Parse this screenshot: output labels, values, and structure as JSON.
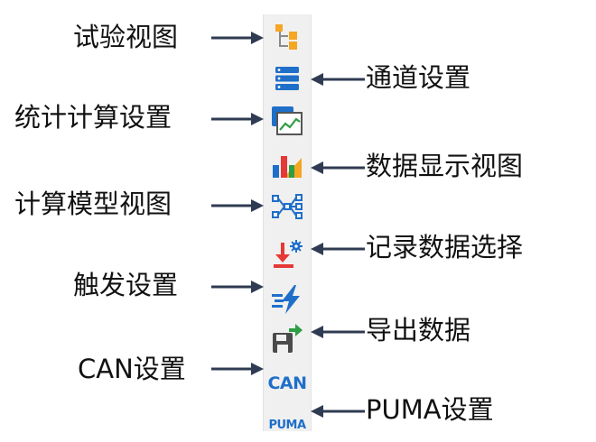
{
  "toolbar": {
    "buttons": [
      {
        "id": "test-view",
        "label": "试验视图",
        "icon": "tree-view-icon"
      },
      {
        "id": "channel-settings",
        "label": "通道设置",
        "icon": "list-stack-icon"
      },
      {
        "id": "statistics-settings",
        "label": "统计计算设置",
        "icon": "chart-window-icon"
      },
      {
        "id": "data-display-view",
        "label": "数据显示视图",
        "icon": "bar-chart-icon"
      },
      {
        "id": "model-view",
        "label": "计算模型视图",
        "icon": "node-graph-icon"
      },
      {
        "id": "record-data-select",
        "label": "记录数据选择",
        "icon": "download-gear-icon"
      },
      {
        "id": "trigger-settings",
        "label": "触发设置",
        "icon": "lightning-icon"
      },
      {
        "id": "export-data",
        "label": "导出数据",
        "icon": "save-export-icon"
      },
      {
        "id": "can-settings",
        "label": "CAN设置",
        "icon": "can-text-icon",
        "icon_text": "CAN"
      },
      {
        "id": "puma-settings",
        "label": "PUMA设置",
        "icon": "puma-text-icon",
        "icon_text": "PUMA"
      }
    ]
  },
  "colors": {
    "toolbar_bg": "#f0f0f0",
    "arrow": "#2f3b52",
    "icon_blue": "#1f6fc9",
    "icon_orange": "#f5a623",
    "icon_red": "#e53935",
    "icon_green": "#2e9e44"
  }
}
